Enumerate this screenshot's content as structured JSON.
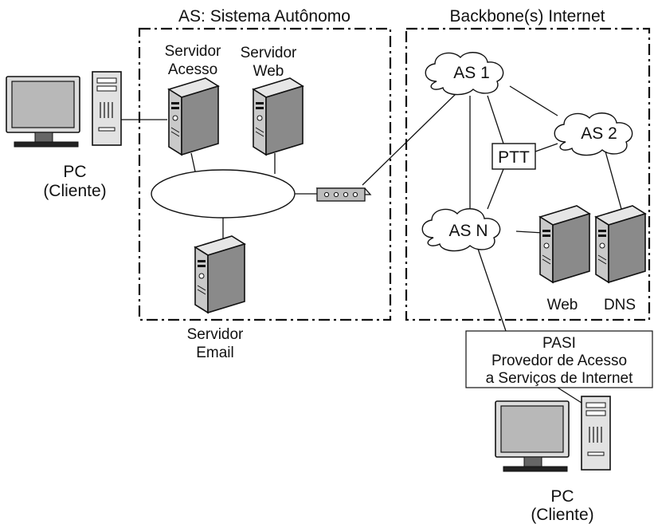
{
  "labels": {
    "as_title": "AS: Sistema Autônomo",
    "backbone_title": "Backbone(s) Internet",
    "pc_left_1": "PC",
    "pc_left_2": "(Cliente)",
    "srv_acesso_1": "Servidor",
    "srv_acesso_2": "Acesso",
    "srv_web_1": "Servidor",
    "srv_web_2": "Web",
    "srv_email_1": "Servidor",
    "srv_email_2": "Email",
    "as1": "AS 1",
    "as2": "AS 2",
    "asn": "AS N",
    "ptt": "PTT",
    "web": "Web",
    "dns": "DNS",
    "pasi_1": "PASI",
    "pasi_2": "Provedor de Acesso",
    "pasi_3": "a Serviços de Internet",
    "pc_right_1": "PC",
    "pc_right_2": "(Cliente)"
  },
  "icons": {
    "server": "server-tower-icon",
    "pc": "desktop-pc-icon",
    "router": "router-icon",
    "cloud": "cloud-icon"
  }
}
